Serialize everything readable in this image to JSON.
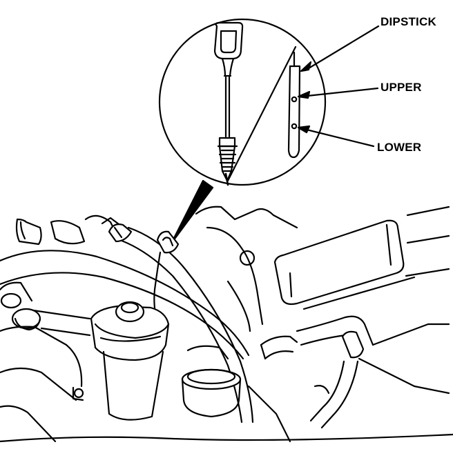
{
  "figure": {
    "callouts": {
      "dipstick": "DIPSTICK",
      "upper": "UPPER",
      "lower": "LOWER"
    },
    "colors": {
      "ink": "#000000",
      "paper": "#ffffff"
    }
  }
}
